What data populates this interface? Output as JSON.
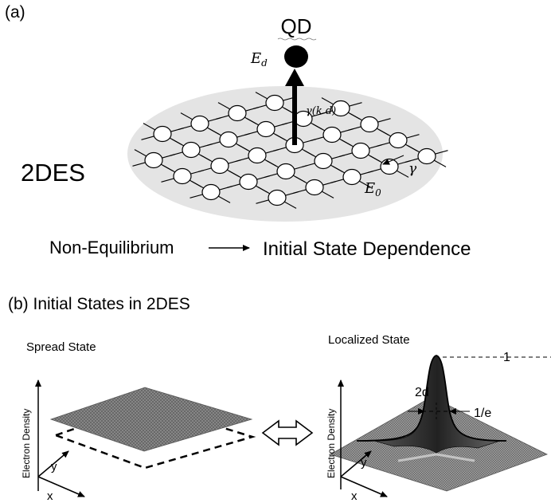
{
  "panel_a": {
    "label": "(a)",
    "qd_label": "QD",
    "ed_label_main": "E",
    "ed_label_sub": "d",
    "gamma_kd_label": "γ(k d)",
    "gamma_label": "γ",
    "e0_label_main": "E",
    "e0_label_sub": "0",
    "twodes_label": "2DES",
    "non_eq_label": "Non-Equilibrium",
    "initial_dep_label": "Initial State Dependence"
  },
  "panel_b": {
    "label": "(b) Initial States in 2DES",
    "spread_title": "Spread State",
    "localized_title": "Localized State",
    "axis_y_label": "Electron Density",
    "axis_x": "x",
    "axis_y": "y",
    "peak_label": "1",
    "width_label": "2d",
    "efold_label": "1/e"
  },
  "colors": {
    "ellipse_fill": "#e4e4e4",
    "surface_fill": "#8c8c8c",
    "line": "#000000"
  }
}
